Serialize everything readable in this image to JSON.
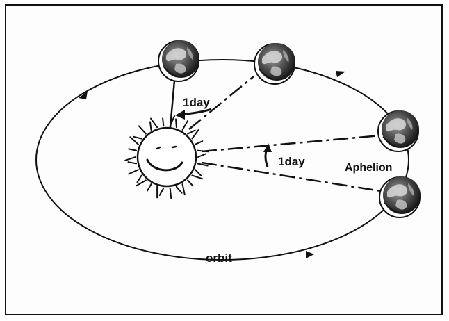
{
  "labels": {
    "day_top": "1day",
    "day_right": "1day",
    "aphelion": "Aphelion",
    "orbit": "orbit"
  },
  "colors": {
    "ink": "#111111",
    "paper": "#fdfdfd",
    "earth_dark": "#2b2b2b",
    "earth_mid": "#7a7a7a",
    "earth_light": "#d6d6d6"
  },
  "icons": {
    "sun": "sun-face-icon",
    "earth": "globe-icon"
  }
}
